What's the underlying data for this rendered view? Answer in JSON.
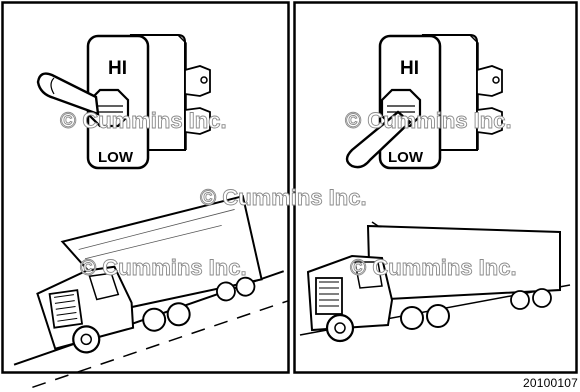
{
  "watermark": "© Cummins Inc.",
  "figure_number": "20100107",
  "switch_labels": {
    "high": "HI",
    "low": "LOW"
  }
}
